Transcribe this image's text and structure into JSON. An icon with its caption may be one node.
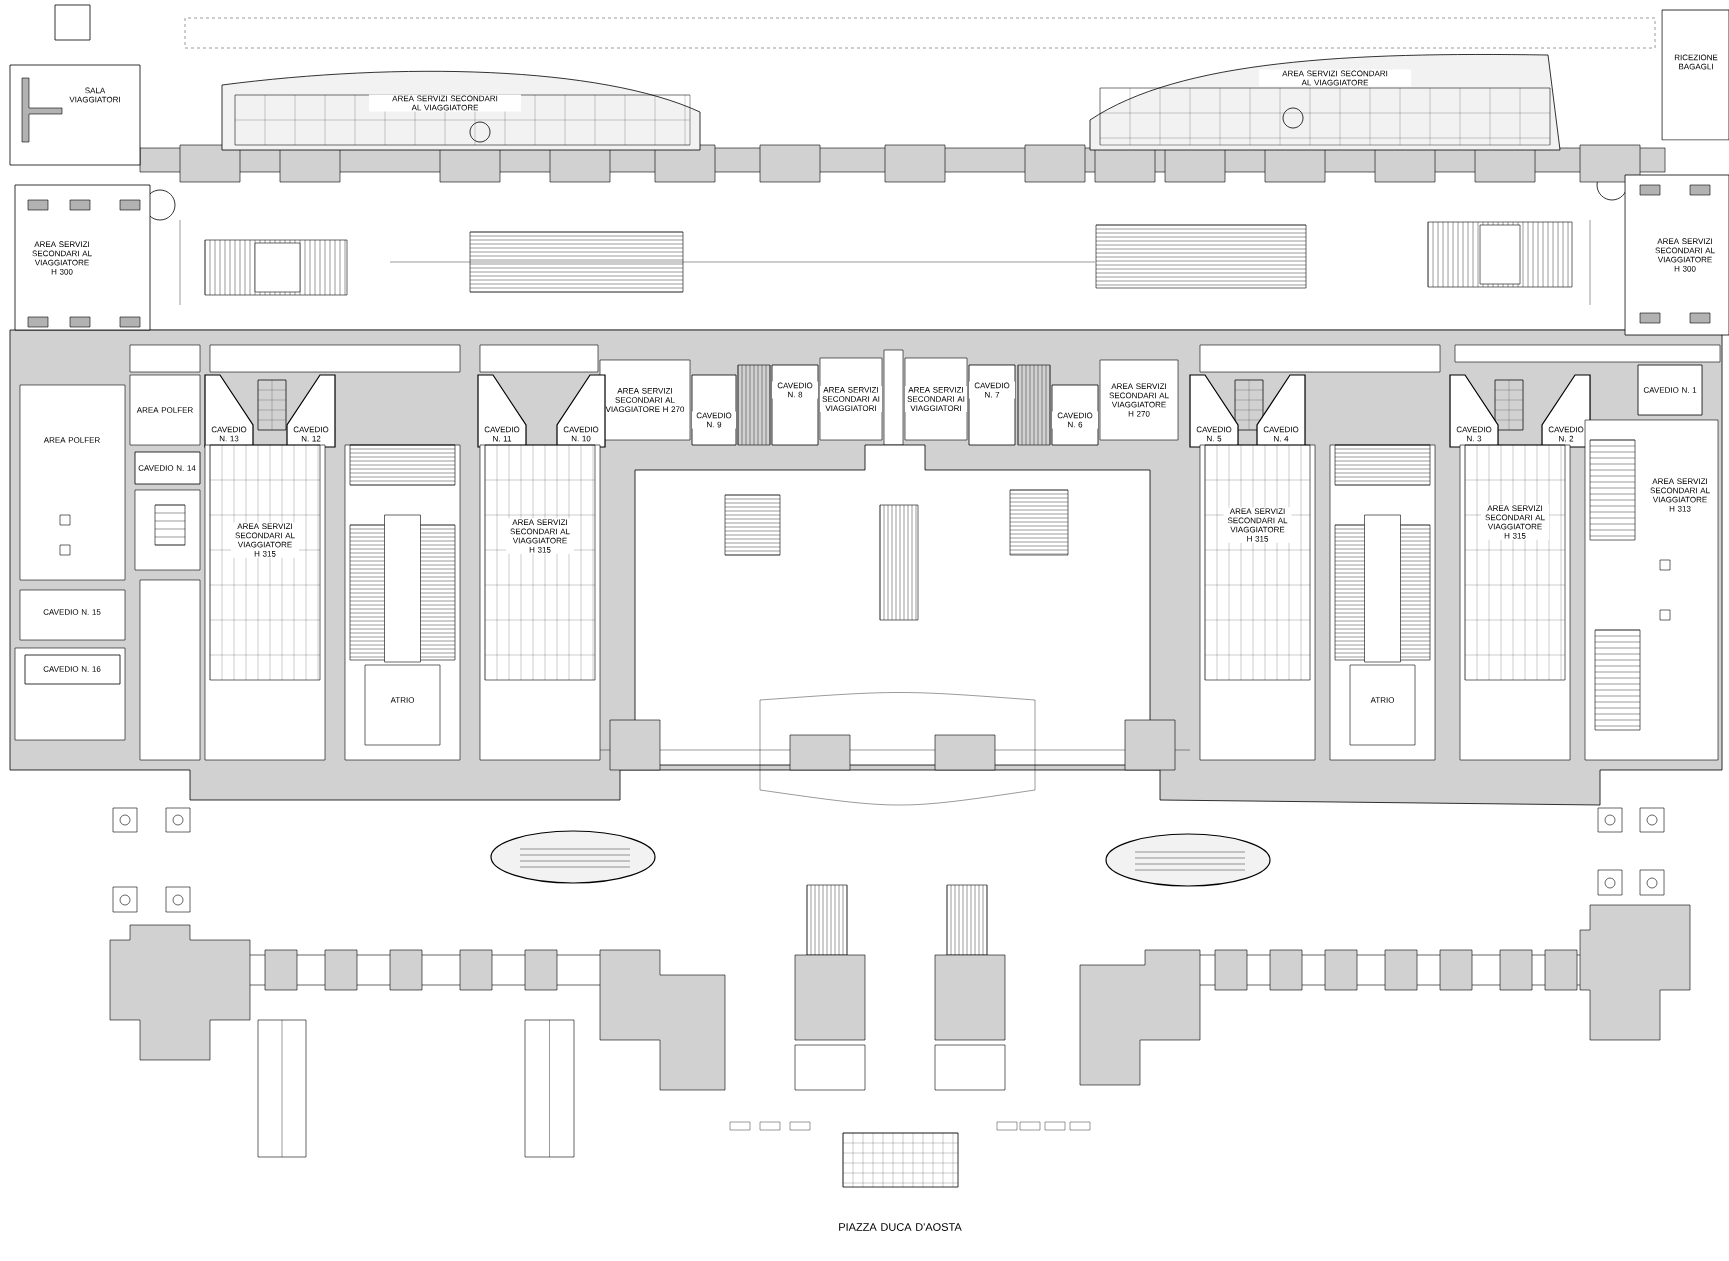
{
  "diagram": {
    "labels": [
      "SALA VIAGGIATORI",
      "AREA SERVIZI SECONDARI AL VIAGGIATORE",
      "AREA SERVIZI SECONDARI AL VIAGGIATORE",
      "RICEZIONE BAGAGLI",
      "AREA SERVIZI SECONDARI AL VIAGGIATORE H 300",
      "AREA SERVIZI SECONDARI AL VIAGGIATORE H 300",
      "AREA POLFER",
      "AREA POLFER",
      "CAVEDIO N. 13",
      "CAVEDIO N. 12",
      "CAVEDIO N. 11",
      "CAVEDIO N. 10",
      "AREA SERVIZI SECONDARI AL VIAGGIATORE H 270",
      "CAVEDIO N. 9",
      "CAVEDIO N. 8",
      "AREA SERVIZI SECONDARI AI VIAGGIATORI",
      "AREA SERVIZI SECONDARI AI VIAGGIATORI",
      "CAVEDIO N. 7",
      "CAVEDIO N. 6",
      "AREA SERVIZI SECONDARI AL VIAGGIATORE H 270",
      "CAVEDIO N. 5",
      "CAVEDIO N. 4",
      "CAVEDIO N. 3",
      "CAVEDIO N. 2",
      "CAVEDIO N. 1",
      "CAVEDIO N. 14",
      "AREA SERVIZI SECONDARI AL VIAGGIATORE H 315",
      "AREA SERVIZI SECONDARI AL VIAGGIATORE H 315",
      "AREA SERVIZI SECONDARI AL VIAGGIATORE H 315",
      "AREA SERVIZI SECONDARI AL VIAGGIATORE H 315",
      "AREA SERVIZI SECONDARI AL VIAGGIATORE H 313",
      "CAVEDIO N. 15",
      "CAVEDIO N. 16",
      "ATRIO",
      "ATRIO",
      "PIAZZA DUCA D'AOSTA"
    ]
  }
}
